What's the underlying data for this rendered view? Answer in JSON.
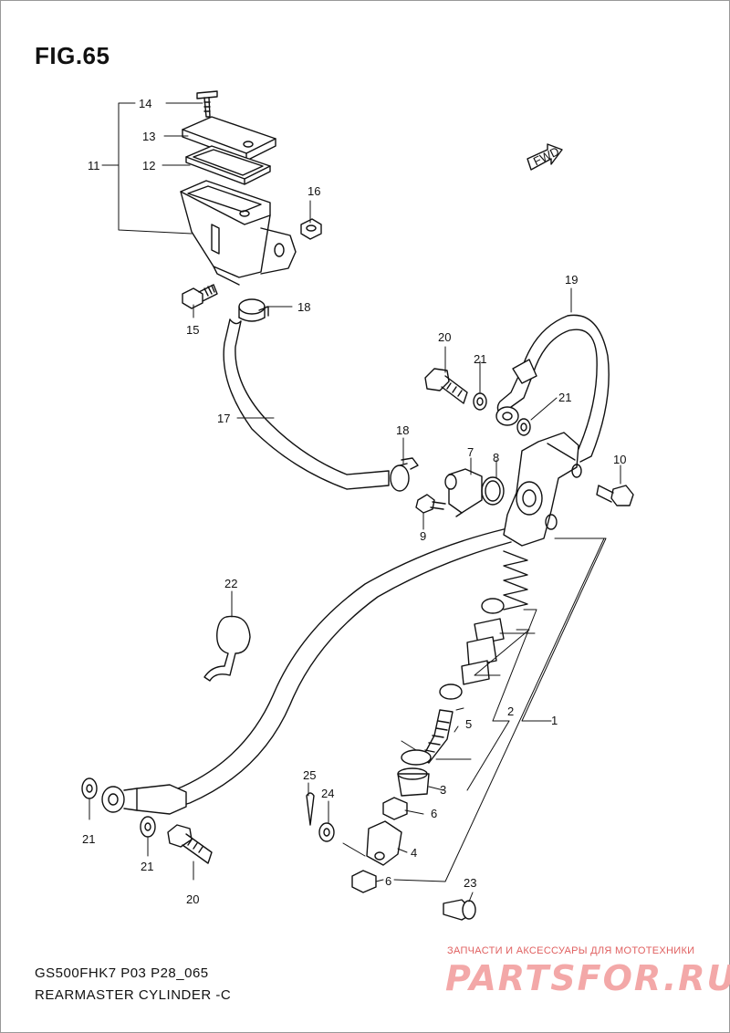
{
  "figure": {
    "title": "FIG.65",
    "fwd_label": "FWD"
  },
  "footer": {
    "code": "GS500FHK7 P03 P28_065",
    "name": "REARMASTER CYLINDER -C"
  },
  "watermark": {
    "subtitle": "ЗАПЧАСТИ И АКСЕССУАРЫ ДЛЯ МОТОТЕХНИКИ",
    "logo": "PARTSFOR.RU",
    "color": "#f3a8a8"
  },
  "callouts": [
    {
      "id": "c14a",
      "label": "14"
    },
    {
      "id": "c13",
      "label": "13"
    },
    {
      "id": "c11",
      "label": "11"
    },
    {
      "id": "c12",
      "label": "12"
    },
    {
      "id": "c16",
      "label": "16"
    },
    {
      "id": "c15",
      "label": "15"
    },
    {
      "id": "c18a",
      "label": "18"
    },
    {
      "id": "c19",
      "label": "19"
    },
    {
      "id": "c20a",
      "label": "20"
    },
    {
      "id": "c21a",
      "label": "21"
    },
    {
      "id": "c21b",
      "label": "21"
    },
    {
      "id": "c17",
      "label": "17"
    },
    {
      "id": "c18b",
      "label": "18"
    },
    {
      "id": "c7",
      "label": "7"
    },
    {
      "id": "c8",
      "label": "8"
    },
    {
      "id": "c10",
      "label": "10"
    },
    {
      "id": "c9",
      "label": "9"
    },
    {
      "id": "c22",
      "label": "22"
    },
    {
      "id": "c2",
      "label": "2"
    },
    {
      "id": "c1",
      "label": "1"
    },
    {
      "id": "c5",
      "label": "5"
    },
    {
      "id": "c25",
      "label": "25"
    },
    {
      "id": "c3",
      "label": "3"
    },
    {
      "id": "c24",
      "label": "24"
    },
    {
      "id": "c6a",
      "label": "6"
    },
    {
      "id": "c21c",
      "label": "21"
    },
    {
      "id": "c21d",
      "label": "21"
    },
    {
      "id": "c4",
      "label": "4"
    },
    {
      "id": "c6b",
      "label": "6"
    },
    {
      "id": "c23",
      "label": "23"
    },
    {
      "id": "c20b",
      "label": "20"
    }
  ]
}
